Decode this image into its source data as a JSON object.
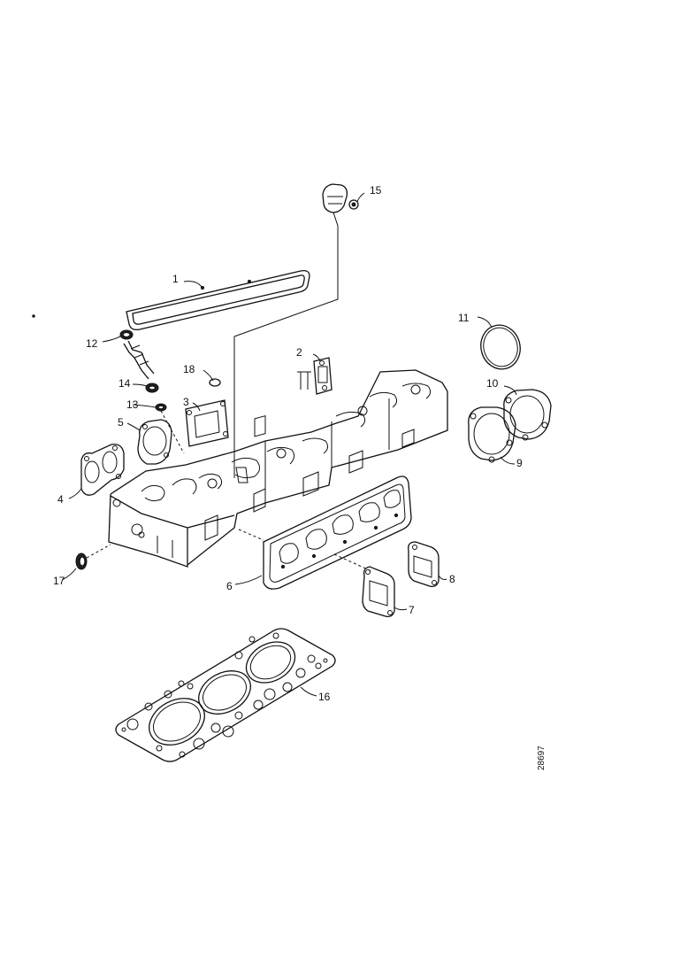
{
  "diagram": {
    "drawing_number": "28697",
    "callouts": [
      {
        "num": "1",
        "part": "valve-cover-gasket"
      },
      {
        "num": "2",
        "part": "small-flange-gasket"
      },
      {
        "num": "3",
        "part": "thermostat-housing-gasket"
      },
      {
        "num": "4",
        "part": "end-flange-gasket"
      },
      {
        "num": "5",
        "part": "water-outlet-gasket"
      },
      {
        "num": "6",
        "part": "intake-manifold-gasket"
      },
      {
        "num": "7",
        "part": "exhaust-flange-gasket"
      },
      {
        "num": "8",
        "part": "exhaust-flange-gasket"
      },
      {
        "num": "9",
        "part": "round-flange-gasket"
      },
      {
        "num": "10",
        "part": "round-flange-gasket"
      },
      {
        "num": "11",
        "part": "o-ring"
      },
      {
        "num": "12",
        "part": "sealing-washer"
      },
      {
        "num": "13",
        "part": "sealing-washer"
      },
      {
        "num": "14",
        "part": "sealing-washer"
      },
      {
        "num": "15",
        "part": "oil-filler-cap"
      },
      {
        "num": "16",
        "part": "cylinder-head-gasket"
      },
      {
        "num": "17",
        "part": "sealing-ring"
      },
      {
        "num": "18",
        "part": "sealing-ring"
      }
    ]
  }
}
